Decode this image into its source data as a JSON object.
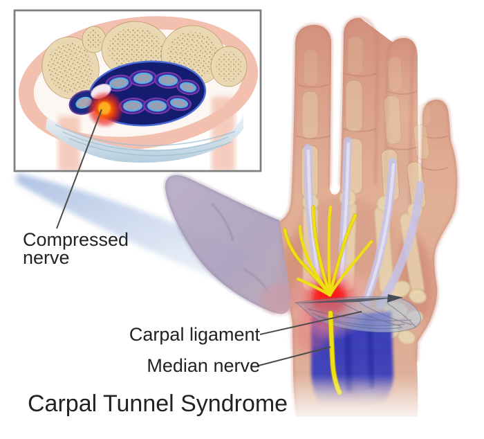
{
  "figure": {
    "title": "Carpal Tunnel Syndrome",
    "inset": {
      "caption_line1": "Compressed",
      "caption_line2": "nerve"
    },
    "labels": {
      "carpal_ligament": "Carpal ligament",
      "median_nerve": "Median nerve"
    },
    "colors": {
      "text_color": "#222222",
      "leader_color": "#4a4a4a",
      "inset_border": "#7e7e7e",
      "nerve_yellow": "#ecdf12",
      "inflammation_red": "#ee2e2e",
      "tunnel_blue": "#2b33bd",
      "ligament_gray": "#8c99b5",
      "skin_tone": "#dfa791",
      "bone_tan": "#e9d8b2",
      "tendon_lavender": "#c6c2e8",
      "wedge_blue": "#bccde8"
    }
  }
}
